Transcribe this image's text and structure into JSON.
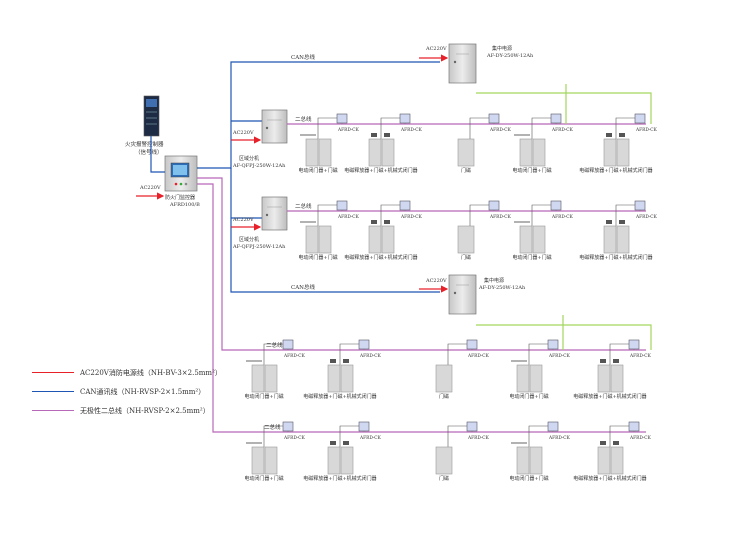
{
  "colors": {
    "power": "#e8202a",
    "can": "#1f56b4",
    "bus": "#b868b8",
    "battery": "#a3d65c",
    "cabinet": "#d4d4d4",
    "door": "#d8d8d8",
    "wire": "#555555"
  },
  "labels": {
    "can_bus": "CAN总线",
    "two_bus": "二总线",
    "ac220v": "AC220V",
    "module": "AFRD-CK"
  },
  "fire_panel": {
    "line1": "火灾报警控制器",
    "line2": "（信号线）"
  },
  "monitor": {
    "line1": "防火门监控器",
    "line2": "AFRD100/B"
  },
  "psu_top": {
    "line1": "集中电源",
    "line2": "AF-DY-250W-12Ah"
  },
  "psu_mid": {
    "line1": "集中电源",
    "line2": "AF-DY-250W-12Ah"
  },
  "zone1": {
    "line1": "区域分机",
    "line2": "AF-QFPJ-250W-12Ah"
  },
  "zone2": {
    "line1": "区域分机",
    "line2": "AF-QFPJ-250W-12Ah"
  },
  "door_types": [
    "电动闭门器+门磁",
    "电磁释放器+门磁+机械式闭门器",
    "门磁",
    "电动闭门器+门磁",
    "电磁释放器+门磁+机械式闭门器"
  ],
  "legend": [
    {
      "text": "AC220V消防电源线（NH-BV-3×2.5mm²）",
      "color": "#e8202a"
    },
    {
      "text": "CAN通讯线（NH-RVSP-2×1.5mm²）",
      "color": "#1f56b4"
    },
    {
      "text": "无极性二总线（NH-RVSP-2×2.5mm²）",
      "color": "#b868b8"
    }
  ]
}
